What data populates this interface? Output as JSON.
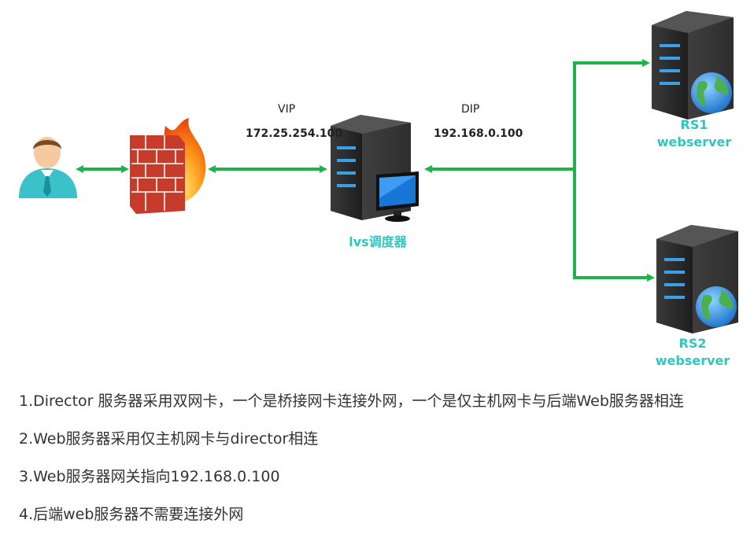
{
  "labels": {
    "vip_title": "VIP",
    "vip_value": "172.25.254.100",
    "dip_title": "DIP",
    "dip_value": "192.168.0.100"
  },
  "nodes": {
    "client": {
      "icon": "user-icon"
    },
    "firewall": {
      "icon": "firewall-icon"
    },
    "director": {
      "icon": "server-with-monitor-icon",
      "caption": "lvs调度器"
    },
    "rs1": {
      "icon": "server-globe-icon",
      "name": "RS1",
      "role": "webserver"
    },
    "rs2": {
      "icon": "server-globe-icon",
      "name": "RS2",
      "role": "webserver"
    }
  },
  "colors": {
    "link": "#1db34a",
    "caption": "#2dc7c0",
    "server_body": "#2b2b2b",
    "server_led": "#3aa0e8"
  },
  "notes": [
    "1.Director 服务器采用双网卡，一个是桥接网卡连接外网，一个是仅主机网卡与后端Web服务器相连",
    "2.Web服务器采用仅主机网卡与director相连",
    "3.Web服务器网关指向192.168.0.100",
    "4.后端web服务器不需要连接外网"
  ]
}
